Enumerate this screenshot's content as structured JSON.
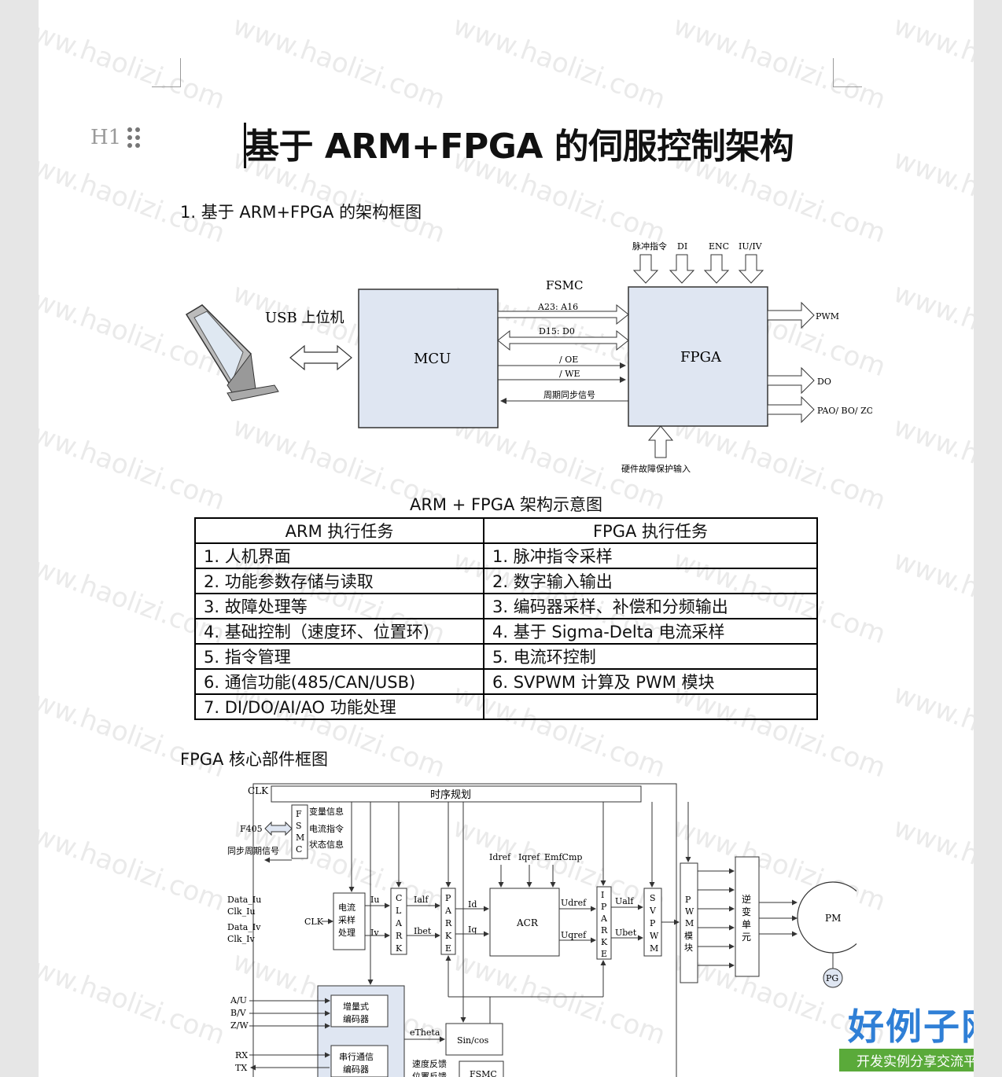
{
  "heading_marker": "H1",
  "title": "基于 ARM+FPGA 的伺服控制架构",
  "section1": "1.  基于 ARM+FPGA 的架构框图",
  "diagram1": {
    "usb_label": "USB 上位机",
    "mcu": "MCU",
    "fpga": "FPGA",
    "fsmc": "FSMC",
    "bus_addr": "A23: A16",
    "bus_data": "D15: D0",
    "oe": "/ OE",
    "we": "/ WE",
    "sync": "周期同步信号",
    "inputs": [
      "脉冲指令",
      "DI",
      "ENC",
      "IU/IV"
    ],
    "pwm": "PWM",
    "do": "DO",
    "pao": "PAO/ BO/ ZO",
    "fault": "硬件故障保护输入"
  },
  "caption1": "ARM + FPGA 架构示意图",
  "table": {
    "headers": [
      "ARM 执行任务",
      "FPGA 执行任务"
    ],
    "rows": [
      [
        "1.  人机界面",
        "1.  脉冲指令采样"
      ],
      [
        "2.  功能参数存储与读取",
        "2.  数字输入输出"
      ],
      [
        "3.  故障处理等",
        "3.  编码器采样、补偿和分频输出"
      ],
      [
        "4.  基础控制（速度环、位置环)",
        "4.  基于 Sigma-Delta 电流采样"
      ],
      [
        "5.  指令管理",
        "5.  电流环控制"
      ],
      [
        "6.  通信功能(485/CAN/USB)",
        "6.    SVPWM 计算及 PWM 模块"
      ],
      [
        "7. DI/DO/AI/AO 功能处理",
        ""
      ]
    ]
  },
  "section2": "FPGA  核心部件框图",
  "diagram2": {
    "clk": "CLK",
    "timing": "时序规划",
    "fsmc_letters": [
      "F",
      "S",
      "M",
      "C"
    ],
    "fsmc_items": [
      "变量信息",
      "电流指令",
      "状态信息"
    ],
    "f405": "F405",
    "sync_period": "同步周期信号",
    "data_iu": "Data_Iu",
    "clk_iu": "Clk_Iu",
    "data_iv": "Data_Iv",
    "clk_iv": "Clk_Iv",
    "sampler": [
      "电流",
      "采样",
      "处理"
    ],
    "iu": "Iu",
    "iv": "Iv",
    "clark": [
      "C",
      "L",
      "A",
      "R",
      "K"
    ],
    "ialf": "Ialf",
    "ibet": "Ibet",
    "park": [
      "P",
      "A",
      "R",
      "K",
      "E"
    ],
    "id": "Id",
    "iq": "Iq",
    "refs": [
      "Idref",
      "Iqref",
      "EmfCmp"
    ],
    "acr": "ACR",
    "udref": "Udref",
    "uqref": "Uqref",
    "ipark": [
      "I",
      "P",
      "A",
      "R",
      "K",
      "E"
    ],
    "ualf": "Ualf",
    "ubet": "Ubet",
    "svpwm": [
      "S",
      "V",
      "P",
      "W",
      "M"
    ],
    "pwm_block": [
      "P",
      "W",
      "M",
      "模",
      "块"
    ],
    "inverter": [
      "逆",
      "变",
      "单",
      "元"
    ],
    "pm": "PM",
    "pg": "PG",
    "enc_in": [
      "A/U",
      "B/V",
      "Z/W"
    ],
    "inc_encoder": [
      "增量式",
      "编码器"
    ],
    "serial_in": [
      "RX",
      "TX"
    ],
    "serial_encoder": [
      "串行通信",
      "编码器"
    ],
    "etheta": "eTheta",
    "sincos": "Sin/cos",
    "speed_fb": "速度反馈",
    "pos_fb": "位置反馈",
    "fsmc2": "FSMC"
  },
  "watermark": "www.haolizi.com",
  "logo": {
    "main": "好例子网",
    "sub": "开发实例分享交流平台"
  }
}
